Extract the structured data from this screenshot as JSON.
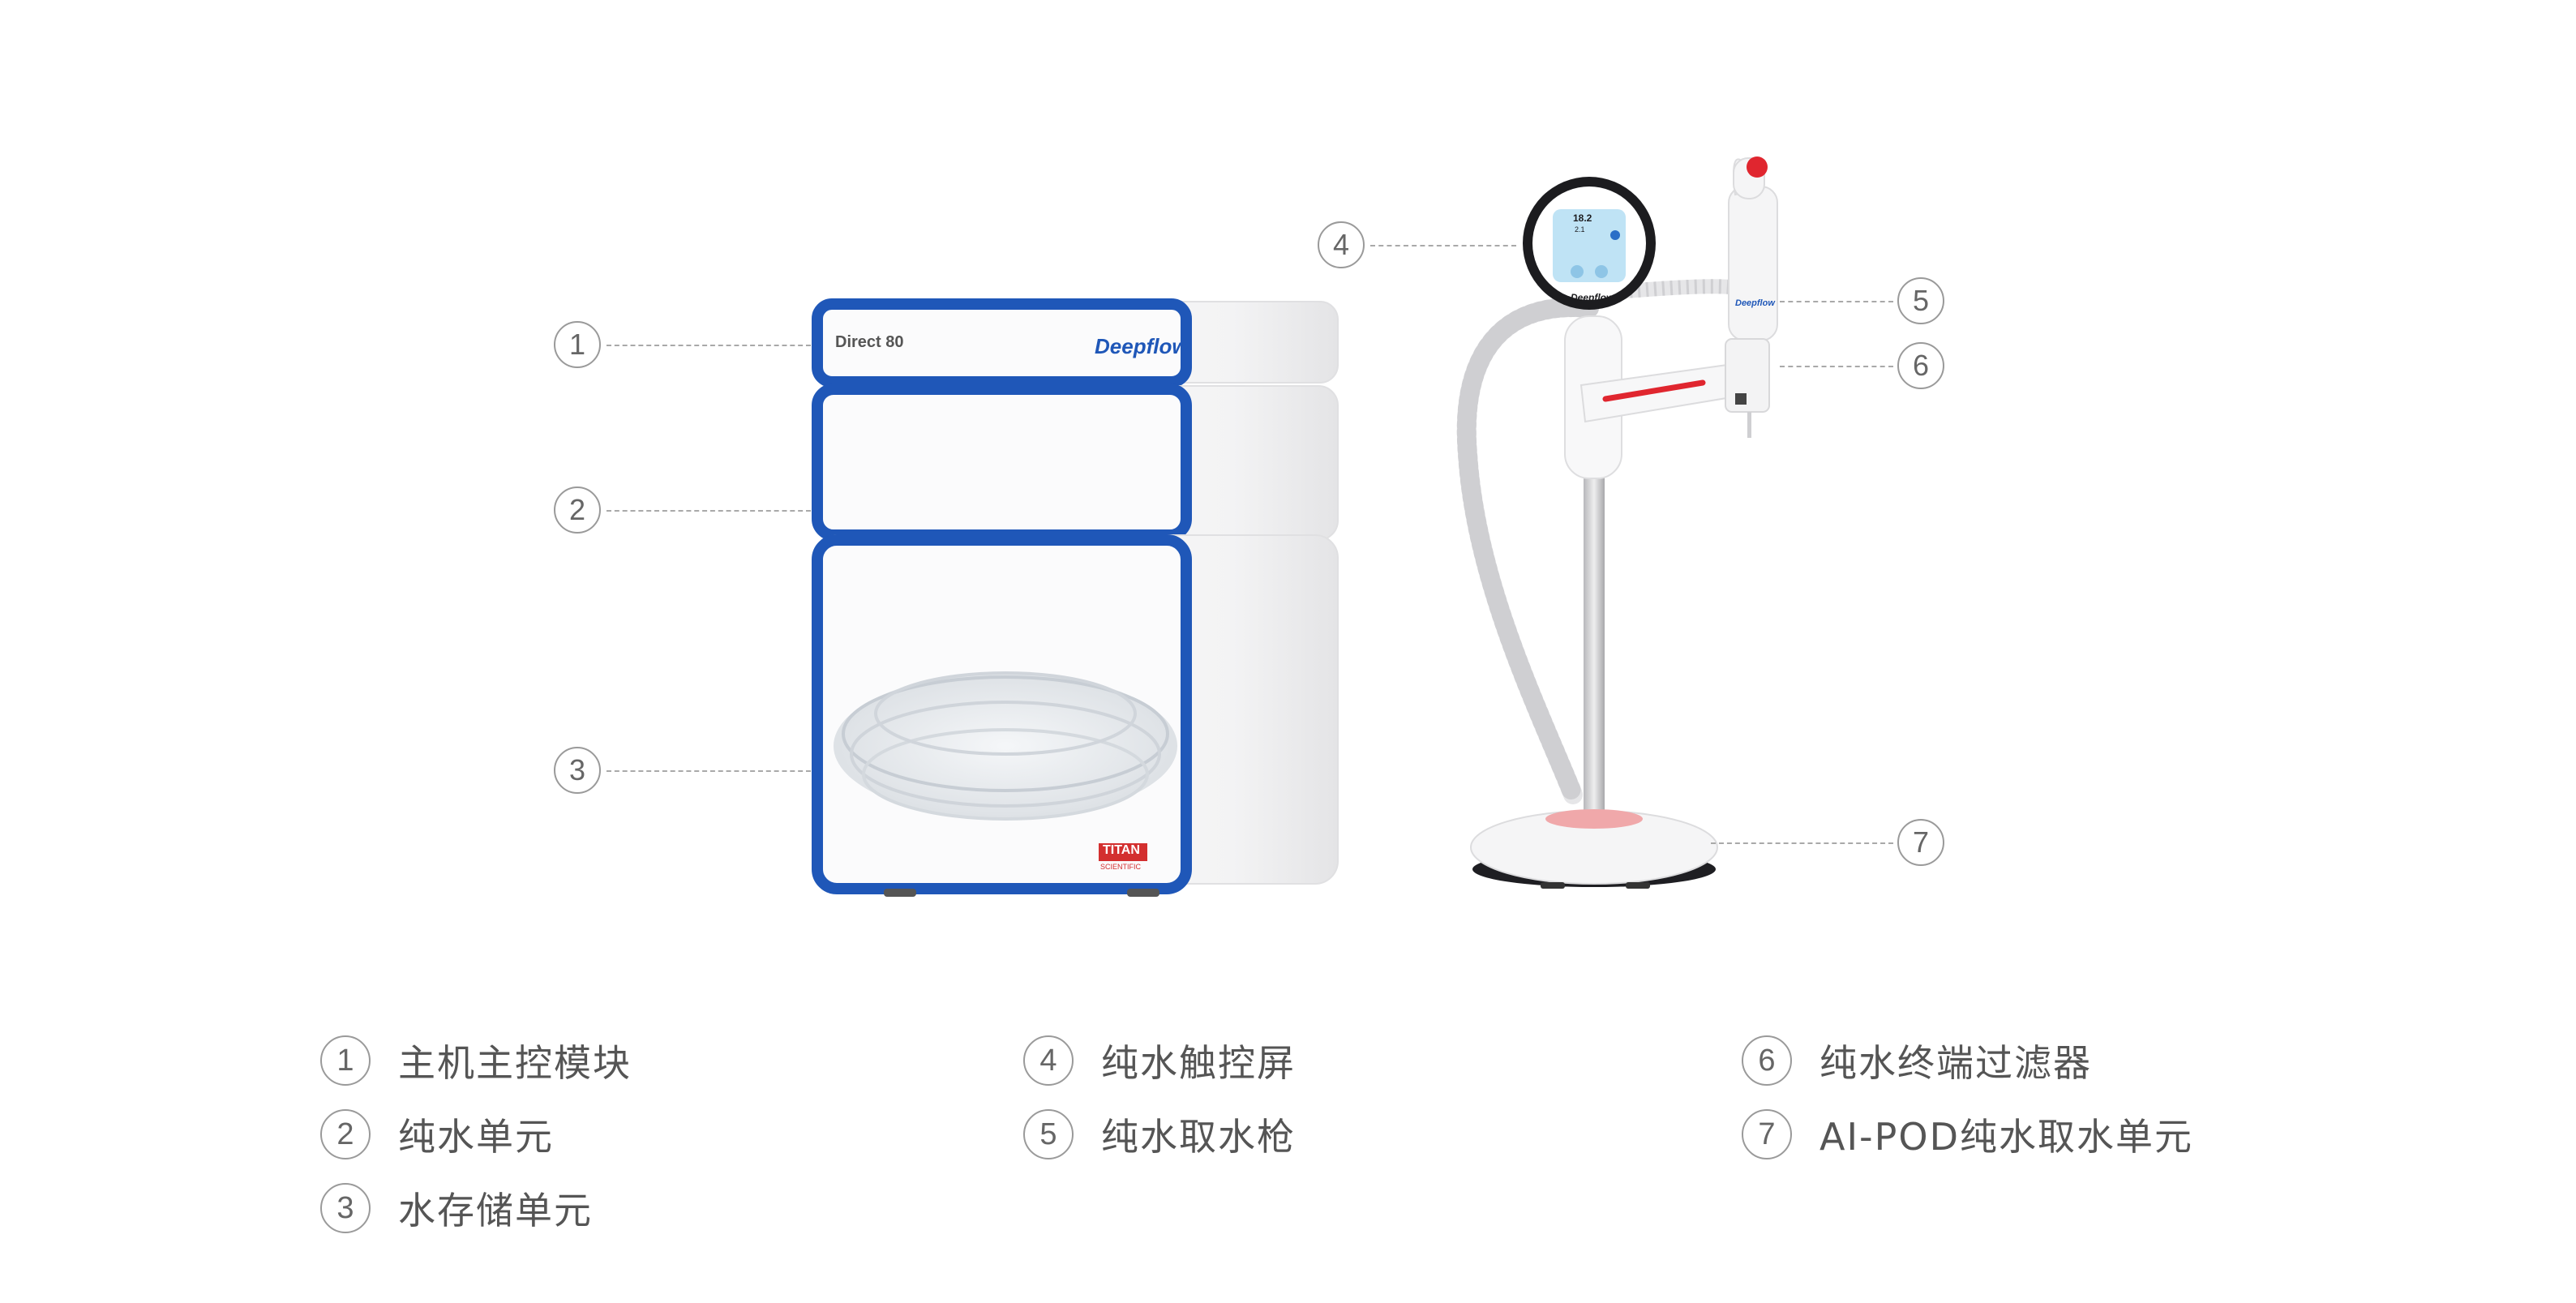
{
  "device_labels": {
    "model": "Direct 80",
    "brand": "Deepflow",
    "maker": "TITAN",
    "maker_sub": "SCIENTIFIC",
    "screen_value_1": "18.2",
    "screen_value_2": "2.1"
  },
  "callouts": [
    "1",
    "2",
    "3",
    "4",
    "5",
    "6",
    "7"
  ],
  "legend": [
    {
      "num": "1",
      "text": "主机主控模块"
    },
    {
      "num": "2",
      "text": "纯水单元"
    },
    {
      "num": "3",
      "text": "水存储单元"
    },
    {
      "num": "4",
      "text": "纯水触控屏"
    },
    {
      "num": "5",
      "text": "纯水取水枪"
    },
    {
      "num": "6",
      "text": "纯水终端过滤器"
    },
    {
      "num": "7",
      "text": "AI-POD纯水取水单元"
    }
  ],
  "colors": {
    "accent_blue": "#1f57b8",
    "accent_red": "#e0262f",
    "dash_gray": "#a9a9a9"
  }
}
